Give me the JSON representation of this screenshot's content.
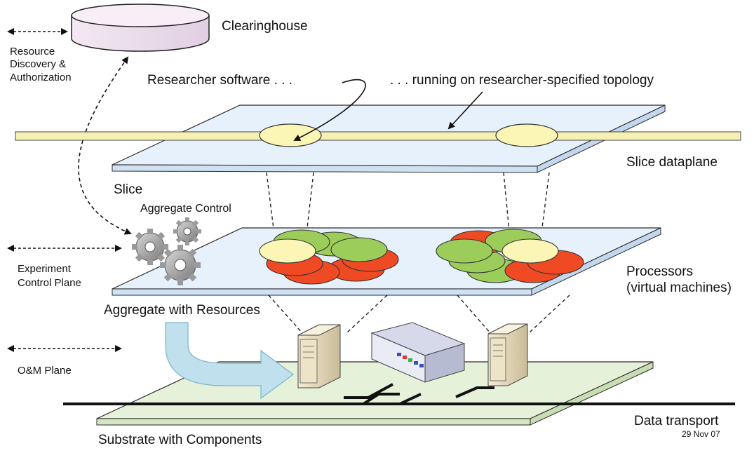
{
  "labels": {
    "clearinghouse": "Clearinghouse",
    "resource_discovery": "Resource\nDiscovery &\nAuthorization",
    "researcher_software": "Researcher software . . .",
    "running_on": ". . . running on researcher-specified topology",
    "slice_dataplane": "Slice dataplane",
    "slice": "Slice",
    "aggregate_control": "Aggregate Control",
    "experiment_control_plane": "Experiment\nControl Plane",
    "processors": "Processors\n(virtual machines)",
    "aggregate_with_resources": "Aggregate with Resources",
    "om_plane": "O&M Plane",
    "data_transport": "Data transport",
    "substrate": "Substrate with Components",
    "date": "29 Nov 07"
  },
  "colors": {
    "plane_fill": "#e6f1fb",
    "plane_stroke": "#2b2b2b",
    "substrate_fill": "#e6f1d9",
    "dataplane_line": "#f6f0b3",
    "yellow_node": "#fbf6b5",
    "green_node": "#9ccc5a",
    "red_node": "#ef4a24",
    "arrow_fill": "#bfe0ec"
  },
  "icons": [
    "database-cylinder-icon",
    "gear-icon",
    "server-tower-icon",
    "network-switch-icon",
    "curved-arrow-icon"
  ]
}
